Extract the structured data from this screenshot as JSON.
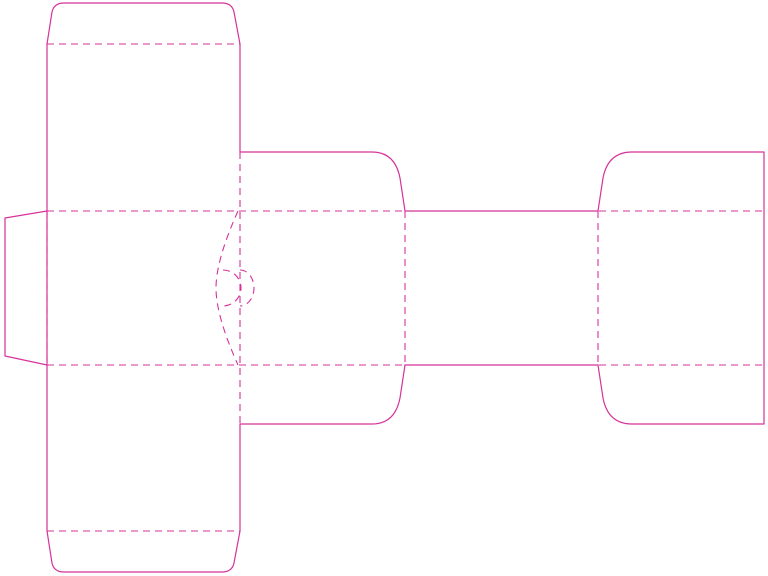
{
  "diagram": {
    "kind": "box-dieline",
    "colors": {
      "cut_line": "#d6339a",
      "fold_line": "#d6339a",
      "background": "#ffffff"
    },
    "line_styles": {
      "cut": "solid",
      "fold": "dashed"
    }
  }
}
